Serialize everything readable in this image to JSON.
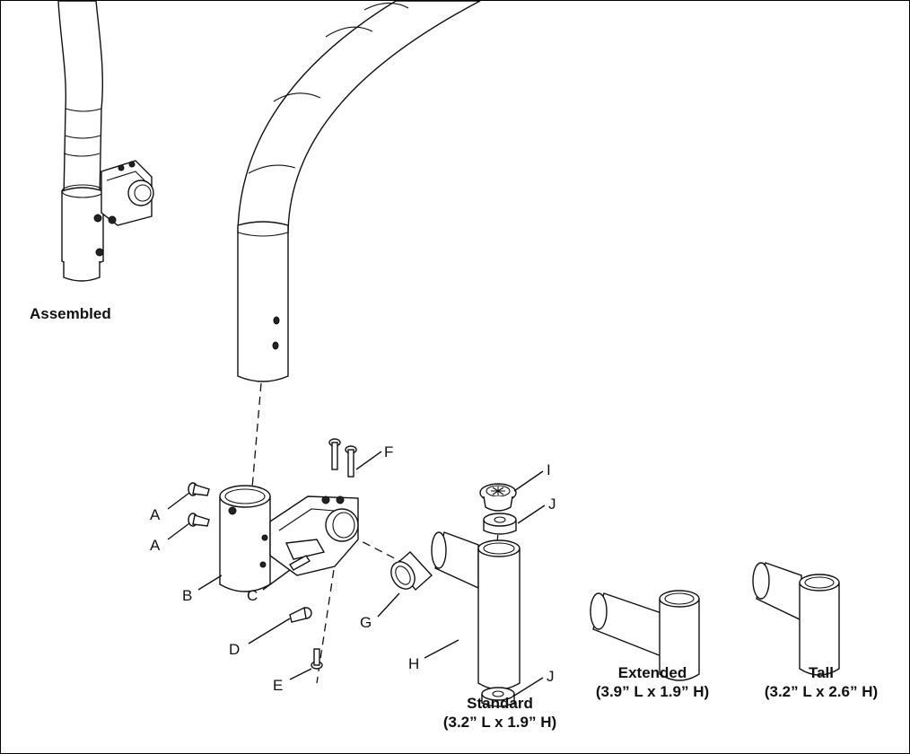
{
  "captions": {
    "assembled": "Assembled",
    "standard_name": "Standard",
    "standard_dims": "(3.2” L x 1.9” H)",
    "extended_name": "Extended",
    "extended_dims": "(3.9” L x 1.9” H)",
    "tall_name": "Tall",
    "tall_dims": "(3.2” L x 2.6” H)"
  },
  "callouts": {
    "a1": "A",
    "a2": "A",
    "b": "B",
    "c": "C",
    "d": "D",
    "e": "E",
    "f": "F",
    "g": "G",
    "h": "H",
    "i": "I",
    "j1": "J",
    "j2": "J"
  },
  "colors": {
    "line": "#111111",
    "background": "#ffffff"
  }
}
